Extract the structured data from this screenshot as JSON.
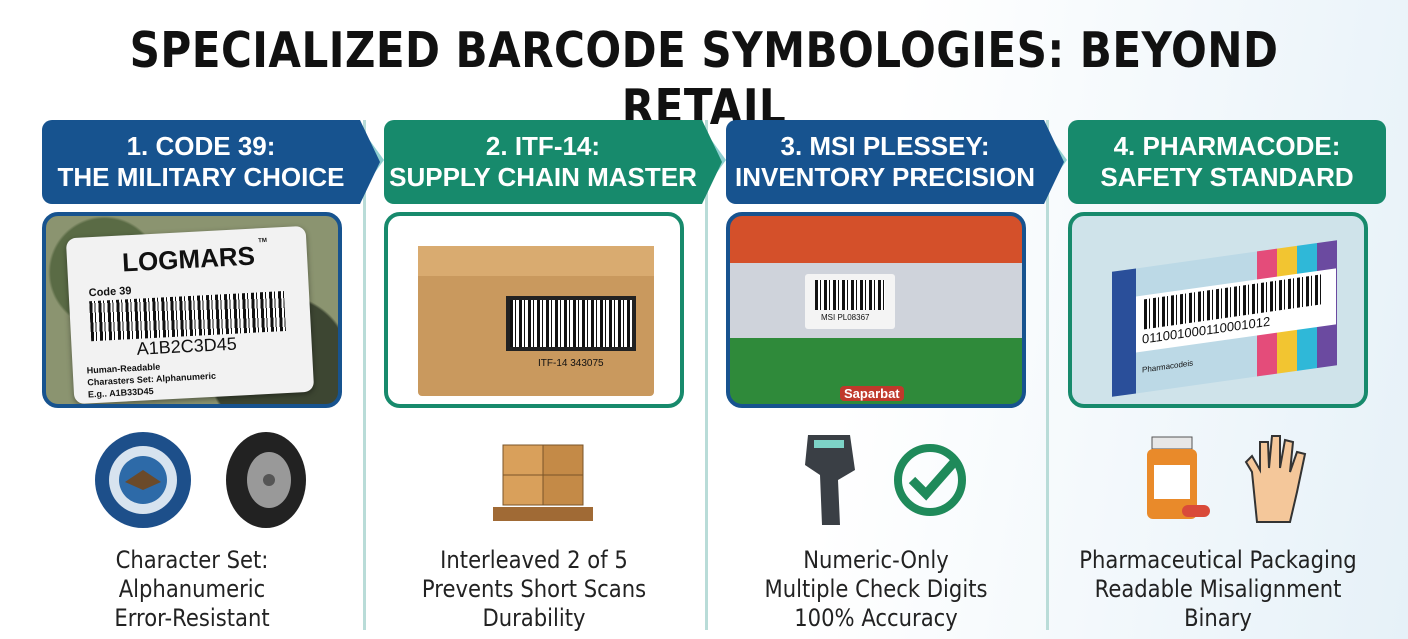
{
  "title": "SPECIALIZED BARCODE SYMBOLOGIES: BEYOND RETAIL",
  "columns": [
    {
      "heading": [
        "1. CODE 39:",
        "THE MILITARY CHOICE"
      ],
      "color": "#17538f",
      "image_text": {
        "brand": "LOGMARS",
        "tm": "TM",
        "label": "Code 39",
        "code": "A1B2C3D45",
        "lines": [
          "Human-Readable",
          "Charasters Set: Alphanumeric",
          "E.g.. A1B33D45"
        ]
      },
      "icons": [
        "dod-seal-icon",
        "tire-icon"
      ],
      "description": [
        "Character Set: Alphanumeric",
        "Error-Resistant"
      ]
    },
    {
      "heading": [
        "2. ITF-14:",
        "SUPPLY CHAIN MASTER"
      ],
      "color": "#178a6c",
      "image_text": {
        "code": "ITF-14 343075"
      },
      "icons": [
        "pallet-boxes-icon"
      ],
      "description": [
        "Interleaved 2 of 5",
        "Prevents Short Scans",
        "Durability"
      ]
    },
    {
      "heading": [
        "3. MSI PLESSEY:",
        "INVENTORY PRECISION"
      ],
      "color": "#17538f",
      "image_text": {
        "code": "MSI PL08367",
        "product": "Saparbat"
      },
      "icons": [
        "barcode-scanner-icon",
        "check-circle-icon"
      ],
      "description": [
        "Numeric-Only",
        "Multiple Check Digits",
        "100% Accuracy"
      ]
    },
    {
      "heading": [
        "4. PHARMACODE:",
        "SAFETY STANDARD"
      ],
      "color": "#178a6c",
      "image_text": {
        "code": "011001000110001012",
        "label": "Pharmacodeis"
      },
      "icons": [
        "medicine-bottle-icon",
        "raised-hand-icon"
      ],
      "description": [
        "Pharmaceutical Packaging",
        "Readable Misalignment",
        "Binary"
      ]
    }
  ]
}
